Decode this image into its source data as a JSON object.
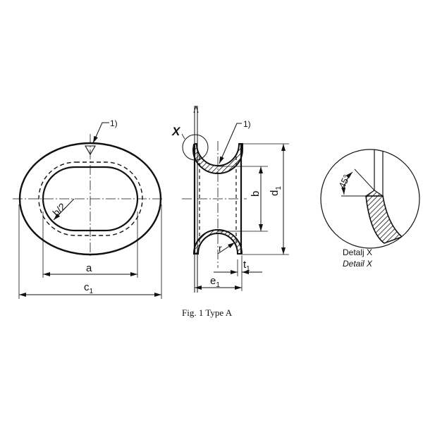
{
  "figure": {
    "caption": "Fig. 1 Type A",
    "front_view": {
      "leader_note": "1)",
      "dim_inner_width": "a",
      "dim_outer_width": "c",
      "dim_outer_width_sub": "1",
      "dim_radius": "b/2"
    },
    "side_view": {
      "detail_marker": "X",
      "leader_note": "1)",
      "dim_inner_height": "b",
      "dim_outer_height": "d",
      "dim_outer_height_sub": "1",
      "dim_radius": "r",
      "dim_thickness": "t",
      "dim_thickness_sub": "1",
      "dim_width": "e",
      "dim_width_sub": "1"
    },
    "detail_view": {
      "angle": "45°",
      "title_local": "Detalj X",
      "title_en": "Detail X"
    }
  }
}
